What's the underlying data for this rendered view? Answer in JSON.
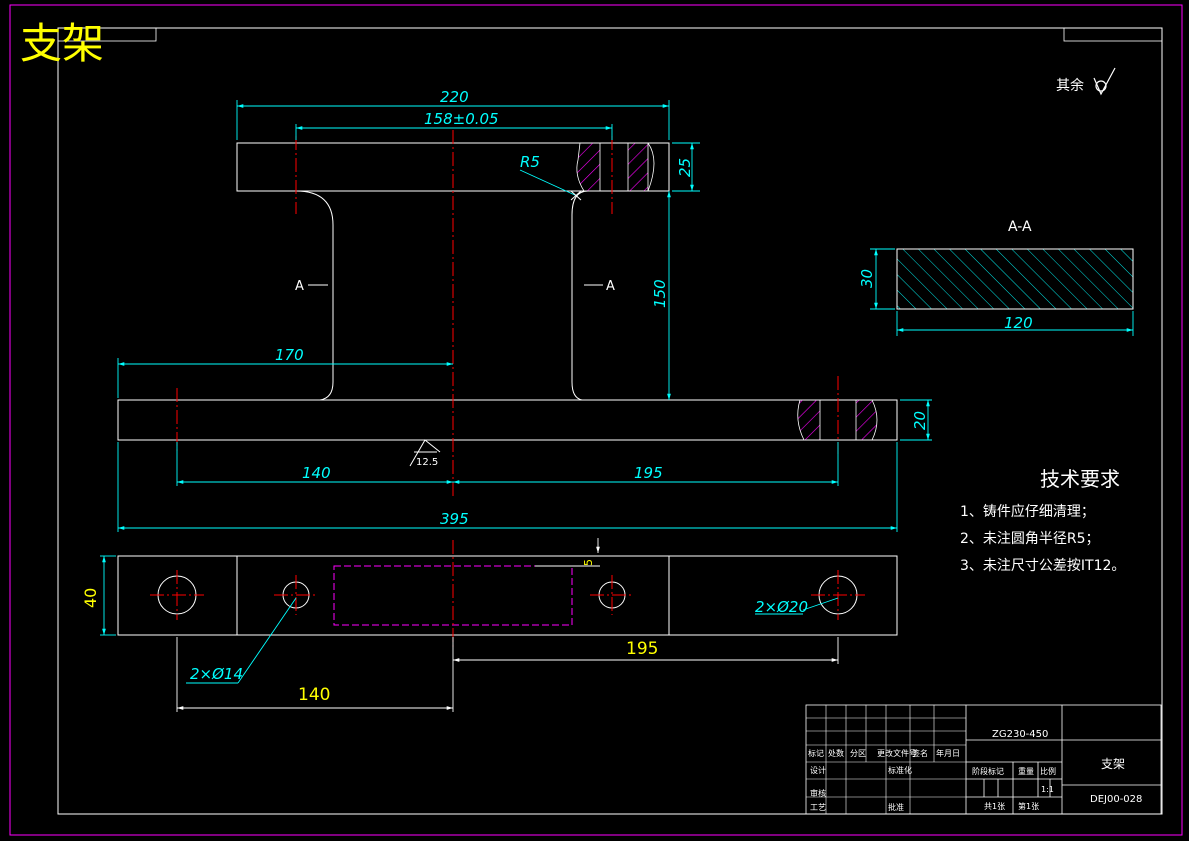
{
  "title": "支架",
  "roughness_note": "其余",
  "section_label": "A-A",
  "section_marker": "A",
  "dims": {
    "overall_top": "220",
    "hole_spacing_top": "158±0.05",
    "fillet": "R5",
    "top_thickness": "25",
    "height_150": "150",
    "left_170": "170",
    "base_thickness": "20",
    "left_140": "140",
    "right_195": "195",
    "overall_395": "395",
    "roughness_value": "12.5",
    "section_height": "30",
    "section_width": "120",
    "plan_width": "40",
    "plan_small_holes": "2×Ø14",
    "plan_large_holes": "2×Ø20",
    "plan_depth": "5",
    "plan_195": "195",
    "plan_140": "140"
  },
  "tech": {
    "heading": "技术要求",
    "items": [
      "1、铸件应仔细清理；",
      "2、未注圆角半径R5；",
      "3、未注尺寸公差按IT12。"
    ]
  },
  "title_block": {
    "material": "ZG230-450",
    "part_name": "支架",
    "drawing_no": "DEJ00-028",
    "scale": "1:1",
    "sheet_total": "共1张",
    "sheet_no": "第1张",
    "row_labels": [
      "标记",
      "处数",
      "分区",
      "更改文件号",
      "签名",
      "年月日"
    ],
    "designer": "设计",
    "standardization": "标准化",
    "review": "审核",
    "craft": "工艺",
    "approve": "批准",
    "stage_mark": "阶段标记",
    "weight": "重量",
    "ratio": "比例"
  }
}
